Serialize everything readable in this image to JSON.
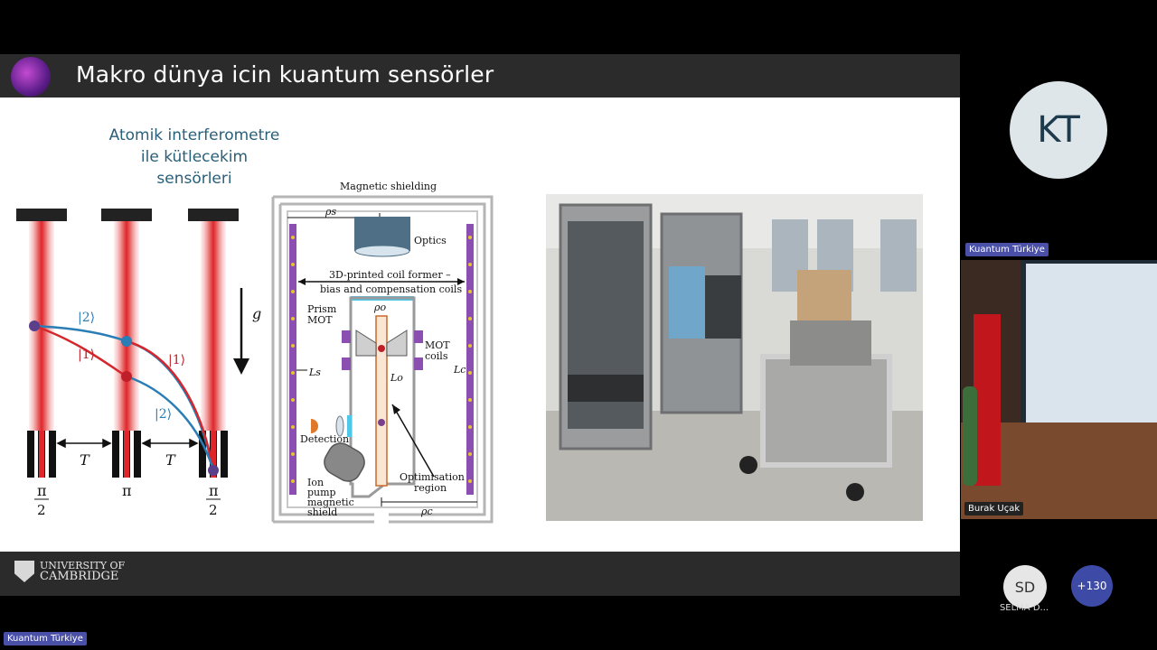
{
  "slide": {
    "title": "Makro dünya icin kuantum sensörler",
    "subtitle_line1": "Atomik interferometre",
    "subtitle_line2": "ile kütlecekim sensörleri",
    "footer_logo_line1": "UNIVERSITY OF",
    "footer_logo_line2": "CAMBRIDGE",
    "diagram1": {
      "state2_top": "|2⟩",
      "state1_left": "|1⟩",
      "state1_right": "|1⟩",
      "state2_bottom": "|2⟩",
      "gravity": "g",
      "interval1": "T",
      "interval2": "T",
      "pulse1_num": "π",
      "pulse1_den": "2",
      "pulse2": "π",
      "pulse3_num": "π",
      "pulse3_den": "2"
    },
    "diagram2": {
      "magnetic_shielding": "Magnetic shielding",
      "rho_s": "ρs",
      "optics": "Optics",
      "coil_former_line1": "3D-printed coil former –",
      "coil_former_line2": "bias and compensation coils",
      "prism_mot_line1": "Prism",
      "prism_mot_line2": "MOT",
      "rho_o": "ρo",
      "mot_coils_line1": "MOT",
      "mot_coils_line2": "coils",
      "L_s": "Ls",
      "L_o": "Lo",
      "L_c": "Lc",
      "detection": "Detection",
      "ion_pump_line1": "Ion",
      "ion_pump_line2": "pump",
      "ion_pump_line3": "magnetic",
      "ion_pump_line4": "shield",
      "optimisation_line1": "Optimisation",
      "optimisation_line2": "region",
      "rho_c": "ρc"
    }
  },
  "participants": {
    "speaker_initials": "KT",
    "channel_tag": "Kuantum Türkiye",
    "video_name": "Burak Uçak",
    "participant2_initials": "SD",
    "participant2_name": "SELMA D...",
    "more_count": "+130"
  },
  "bottom_tag": "Kuantum Türkiye",
  "colors": {
    "slide_header": "#2b2b2b",
    "subtitle": "#2a5f7a",
    "laser_red": "#e0262b",
    "path_blue": "#2a7db5",
    "avatar_bg": "#dfe6ea",
    "tag_bg": "#4a4fa8"
  }
}
